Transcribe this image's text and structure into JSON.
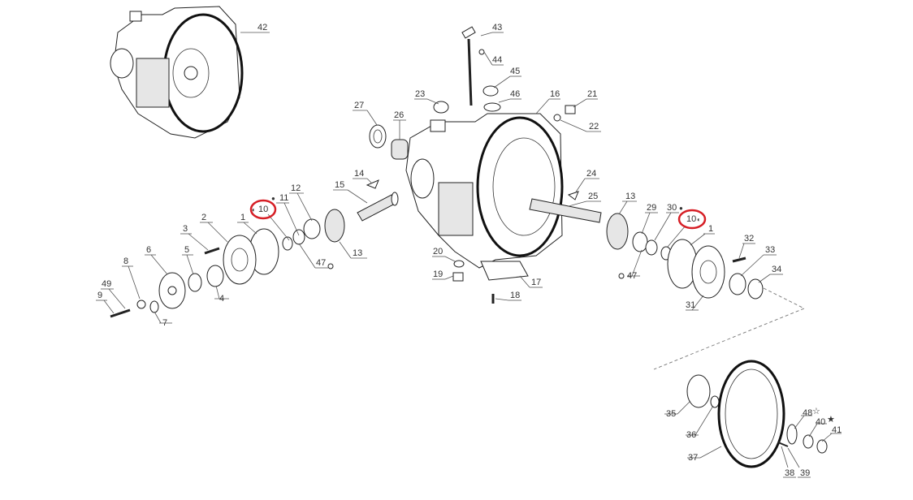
{
  "diagram": {
    "highlight_color": "#d61f26",
    "callouts": [
      {
        "id": "c42",
        "label": "42"
      },
      {
        "id": "c43",
        "label": "43"
      },
      {
        "id": "c44",
        "label": "44"
      },
      {
        "id": "c45",
        "label": "45"
      },
      {
        "id": "c46",
        "label": "46"
      },
      {
        "id": "c23",
        "label": "23"
      },
      {
        "id": "c16",
        "label": "16"
      },
      {
        "id": "c21",
        "label": "21"
      },
      {
        "id": "c22",
        "label": "22"
      },
      {
        "id": "c27",
        "label": "27"
      },
      {
        "id": "c26",
        "label": "26"
      },
      {
        "id": "c14",
        "label": "14"
      },
      {
        "id": "c15",
        "label": "15"
      },
      {
        "id": "c24",
        "label": "24"
      },
      {
        "id": "c25",
        "label": "25"
      },
      {
        "id": "c10a",
        "label": "10"
      },
      {
        "id": "c11",
        "label": "11"
      },
      {
        "id": "c12",
        "label": "12"
      },
      {
        "id": "c2",
        "label": "2"
      },
      {
        "id": "c1a",
        "label": "1"
      },
      {
        "id": "c3",
        "label": "3"
      },
      {
        "id": "c13a",
        "label": "13"
      },
      {
        "id": "c47a",
        "label": "47"
      },
      {
        "id": "c13b",
        "label": "13"
      },
      {
        "id": "c29",
        "label": "29"
      },
      {
        "id": "c30",
        "label": "30"
      },
      {
        "id": "c10b",
        "label": "10"
      },
      {
        "id": "c1b",
        "label": "1"
      },
      {
        "id": "c47b",
        "label": "47"
      },
      {
        "id": "c32",
        "label": "32"
      },
      {
        "id": "c33",
        "label": "33"
      },
      {
        "id": "c34",
        "label": "34"
      },
      {
        "id": "c31",
        "label": "31"
      },
      {
        "id": "c20",
        "label": "20"
      },
      {
        "id": "c19",
        "label": "19"
      },
      {
        "id": "c17",
        "label": "17"
      },
      {
        "id": "c18",
        "label": "18"
      },
      {
        "id": "c8",
        "label": "8"
      },
      {
        "id": "c6",
        "label": "6"
      },
      {
        "id": "c5",
        "label": "5"
      },
      {
        "id": "c4",
        "label": "4"
      },
      {
        "id": "c49",
        "label": "49"
      },
      {
        "id": "c9",
        "label": "9"
      },
      {
        "id": "c7",
        "label": "7"
      },
      {
        "id": "c35",
        "label": "35"
      },
      {
        "id": "c36",
        "label": "36"
      },
      {
        "id": "c37",
        "label": "37"
      },
      {
        "id": "c48",
        "label": "48"
      },
      {
        "id": "c40",
        "label": "40"
      },
      {
        "id": "c41",
        "label": "41"
      },
      {
        "id": "c38",
        "label": "38"
      },
      {
        "id": "c39",
        "label": "39"
      }
    ],
    "highlighted_parts": [
      "c10a",
      "c10b"
    ],
    "icons": {
      "filled-dot": "●",
      "half-dot": "◐",
      "outline-star": "☆",
      "filled-star": "★"
    }
  }
}
